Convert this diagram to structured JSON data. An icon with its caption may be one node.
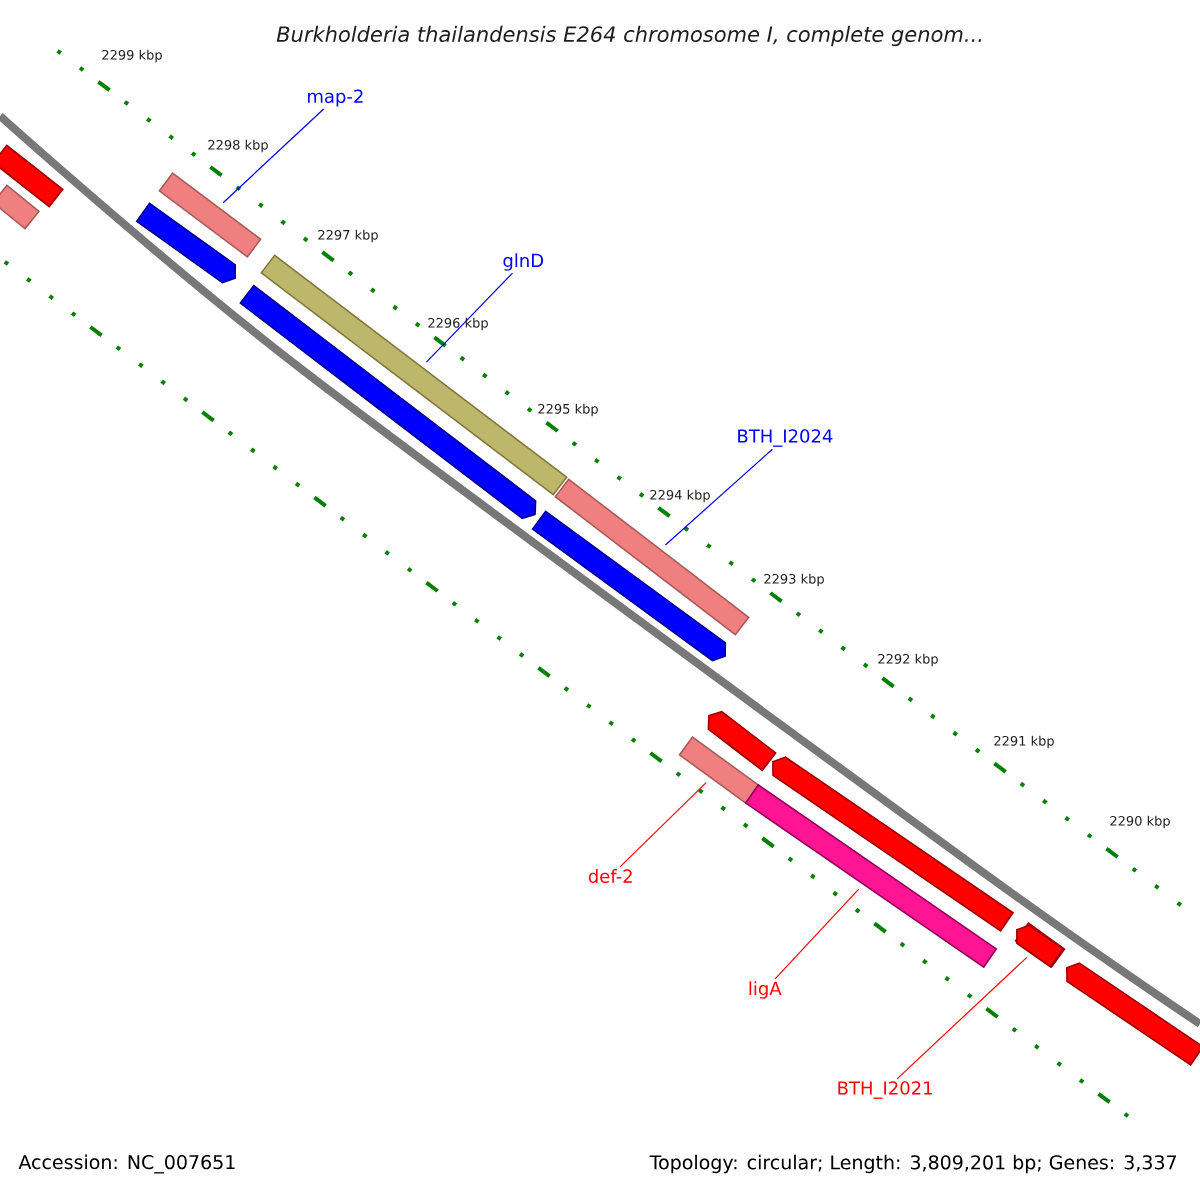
{
  "diagram": {
    "title": "Burkholderia thailandensis E264 chromosome I, complete genom...",
    "nodes": [
      {
        "text": [
          "map-2"
        ]
      },
      {
        "text": [
          "glnD"
        ]
      },
      {
        "text": [
          "BTH_I2024"
        ]
      },
      {
        "text": [
          "def-2"
        ]
      },
      {
        "text": [
          "ligA"
        ]
      },
      {
        "text": [
          "BTH_I2021"
        ]
      },
      {
        "text": [],
        "shape": "bar"
      },
      {
        "text": [],
        "shape": "bar"
      },
      {
        "text": [],
        "shape": "bar"
      },
      {
        "text": [],
        "shape": "bar"
      },
      {
        "text": [],
        "shape": "bar"
      },
      {
        "text": [],
        "shape": "bar"
      },
      {
        "text": [],
        "shape": "bar"
      },
      {
        "text": [],
        "shape": "bar"
      },
      {
        "text": [],
        "shape": "bar"
      },
      {
        "text": [],
        "shape": "bar"
      },
      {
        "text": [],
        "shape": "bar"
      },
      {
        "text": [],
        "shape": "bar"
      },
      {
        "text": [],
        "shape": "bar"
      },
      {
        "text": [],
        "shape": "bar"
      },
      {
        "text": [],
        "shape": "bar"
      }
    ],
    "edges": [
      {
        "from": 0,
        "to": 6,
        "arrow": "none",
        "color": "#0000ff"
      },
      {
        "from": 1,
        "to": 7,
        "arrow": "none",
        "color": "#0000ff"
      },
      {
        "from": 2,
        "to": 8,
        "arrow": "none",
        "color": "#0000ff"
      },
      {
        "from": 3,
        "to": 9,
        "arrow": "none",
        "color": "#ff0000"
      },
      {
        "from": 4,
        "to": 10,
        "arrow": "none",
        "color": "#ff0000"
      },
      {
        "from": 5,
        "to": 11,
        "arrow": "none",
        "color": "#ff0000"
      }
    ],
    "labels": [
      "2299 kbp",
      "2298 kbp",
      "2297 kbp",
      "2296 kbp",
      "2295 kbp",
      "2294 kbp",
      "2293 kbp",
      "2292 kbp",
      "2291 kbp",
      "2290 kbp",
      "Accession: NC_007651",
      "Topology: circular; Length: 3,809,201 bp; Genes: 3,337"
    ]
  }
}
